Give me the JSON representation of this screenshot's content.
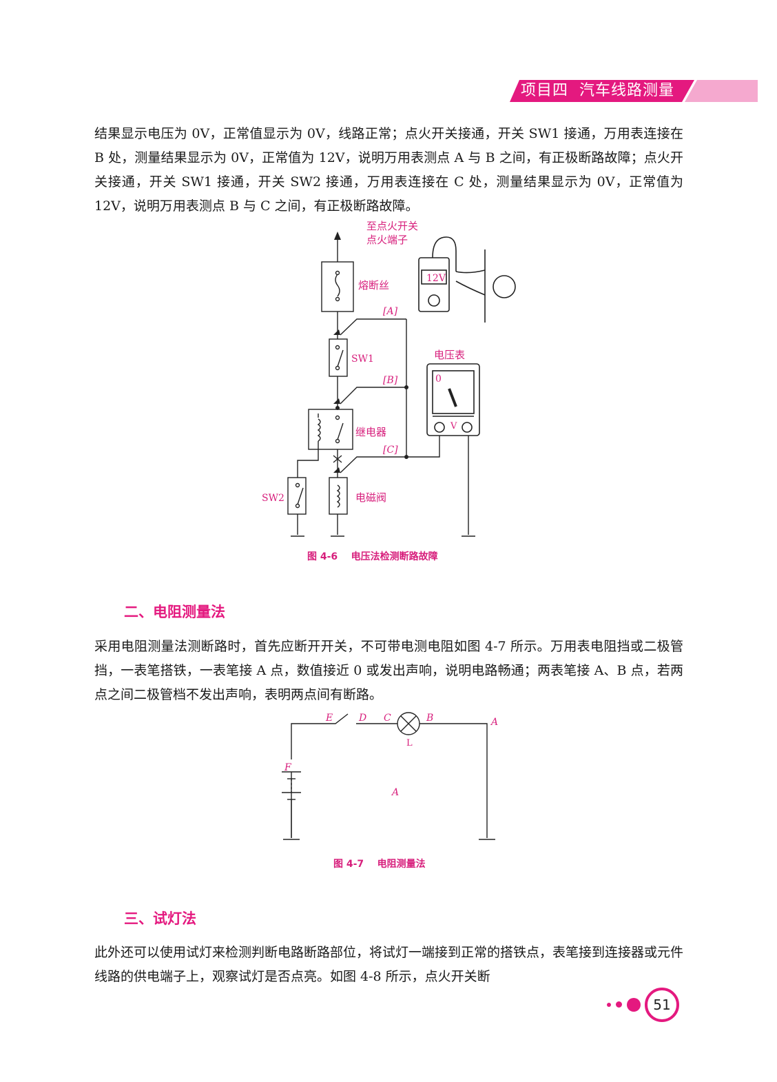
{
  "header": {
    "project": "项目四",
    "title": "汽车线路测量",
    "band_color": "#e4197f",
    "light_color": "#f5a9cf"
  },
  "paragraphs": {
    "p1": "结果显示电压为 0V，正常值显示为 0V，线路正常；点火开关接通，开关 SW1 接通，万用表连接在 B 处，测量结果显示为 0V，正常值为 12V，说明万用表测点 A 与 B 之间，有正极断路故障；点火开关接通，开关 SW1 接通，开关 SW2 接通，万用表连接在 C 处，测量结果显示为 0V，正常值为 12V，说明万用表测点 B 与 C 之间，有正极断路故障。",
    "p2": "采用电阻测量法测断路时，首先应断开开关，不可带电测电阻如图 4-7 所示。万用表电阻挡或二极管挡，一表笔搭铁，一表笔接 A 点，数值接近 0 或发出声响，说明电路畅通；两表笔接 A、B 点，若两点之间二极管档不发出声响，表明两点间有断路。",
    "p3": "此外还可以使用试灯来检测判断电路断路部位，将试灯一端接到正常的搭铁点，表笔接到连接器或元件线路的供电端子上，观察试灯是否点亮。如图 4-8 所示，点火开关断"
  },
  "sections": {
    "s2": "二、电阻测量法",
    "s3": "三、试灯法"
  },
  "figure_4_6": {
    "caption": "图 4-6    电压法检测断路故障",
    "top_label_1": "至点火开关",
    "top_label_2": "点火端子",
    "fuse": "熔断丝",
    "sw1": "SW1",
    "relay": "继电器",
    "sw2": "SW2",
    "solenoid": "电磁阀",
    "point_a": "[A]",
    "point_b": "[B]",
    "point_c": "[C]",
    "voltmeter": "电压表",
    "meter_zero": "0",
    "meter_v": "V",
    "multimeter_reading": "12V"
  },
  "figure_4_7": {
    "caption": "图 4-7    电阻测量法",
    "label_e": "E",
    "label_d": "D",
    "label_c": "C",
    "label_b": "B",
    "label_a_right": "A",
    "label_l": "L",
    "label_f": "F",
    "label_a_center": "A"
  },
  "page_number": "51"
}
